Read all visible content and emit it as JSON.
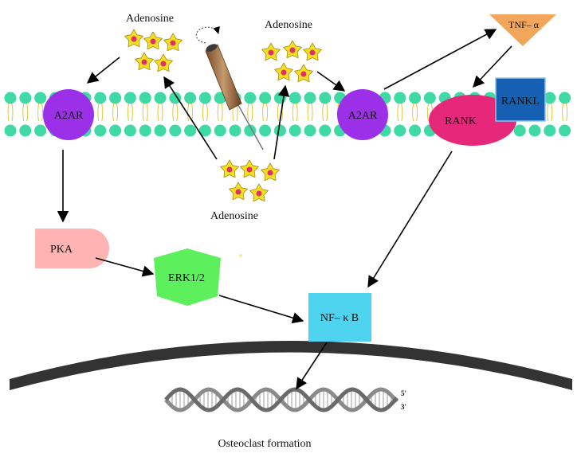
{
  "labels": {
    "adenosine_left": "Adenosine",
    "adenosine_right": "Adenosine",
    "adenosine_bottom": "Adenosine",
    "a2ar_left": "A2AR",
    "a2ar_right": "A2AR",
    "tnf": "TNF– α",
    "rank": "RANK",
    "rankl": "RANKL",
    "pka": "PKA",
    "erk": "ERK1/2",
    "nfkb": "NF– κ B",
    "dna_5prime": "5'",
    "dna_3prime": "3'",
    "outcome": "Osteoclast formation"
  },
  "colors": {
    "a2ar": "#9b30e8",
    "tnf": "#f2a65c",
    "rank": "#e5287a",
    "rankl": "#1560b3",
    "pka": "#ffb3b3",
    "erk": "#5cf05c",
    "nfkb": "#4ed4ee",
    "adenosine_star": "#f2e021",
    "adenosine_core": "#e0306a",
    "membrane_bead": "#3fd9a6",
    "membrane_tail": "#e8c43a",
    "nuclear_envelope": "#333333"
  }
}
